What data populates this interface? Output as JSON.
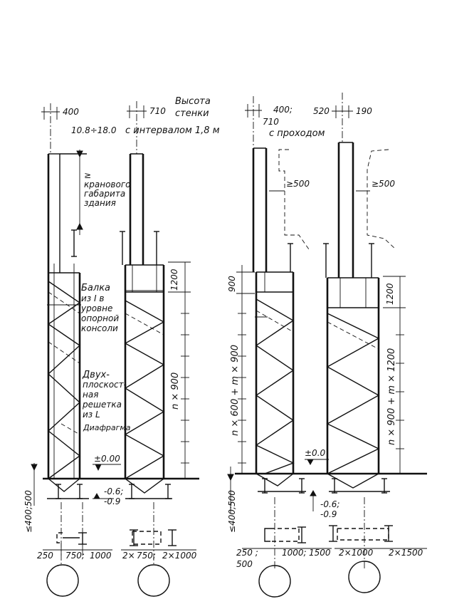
{
  "header": {
    "height_title": "Высота",
    "wall_title": "стенки",
    "interval_label": "с интервалом 1,8 м",
    "passage_label": "с проходом",
    "range_label": "10.8÷18.0"
  },
  "top_dims": {
    "d400": "400",
    "d710": "710",
    "d400b": "400;",
    "d710b": "710",
    "d520": "520",
    "d190": "190"
  },
  "notes": {
    "crane": [
      "≥",
      "кранового",
      "габарита",
      "здания"
    ],
    "beam": [
      "Балка",
      "из I в",
      "уровне",
      "опорной",
      "консоли"
    ],
    "lattice": [
      "Двух-",
      "плоскост-",
      "ная",
      "решетка",
      "из L"
    ],
    "diaphragm": "Диафрагма",
    "ge500a": "≥500",
    "ge500b": "≥500"
  },
  "vertical_dims": {
    "c1200": "1200",
    "n900": "n × 900",
    "c900": "900",
    "n600m900": "n × 600 + m × 900",
    "c1200b": "1200",
    "n900m1200": "n × 900 + m × 1200",
    "footing_left": "≤400;500",
    "footing_right": "≤400;500"
  },
  "levels": {
    "zero_a": "±0.00",
    "zero_b": "±0.0",
    "minus06a": "-0.6;",
    "minus09a": "-0.9",
    "minus06b": "-0.6;",
    "minus09b": "-0.9"
  },
  "bottom_dims": {
    "b250": "250",
    "b750": "750;",
    "b1000": "1000",
    "b2x750": "2×",
    "b2x750v": "750;",
    "b2x1000": "2×1000",
    "b250b": "250 ;",
    "b500": "500",
    "b1000b": "1000;",
    "b1500": "1500",
    "b2x1000b": "2×1000",
    "b2x1500": "2×1500"
  }
}
